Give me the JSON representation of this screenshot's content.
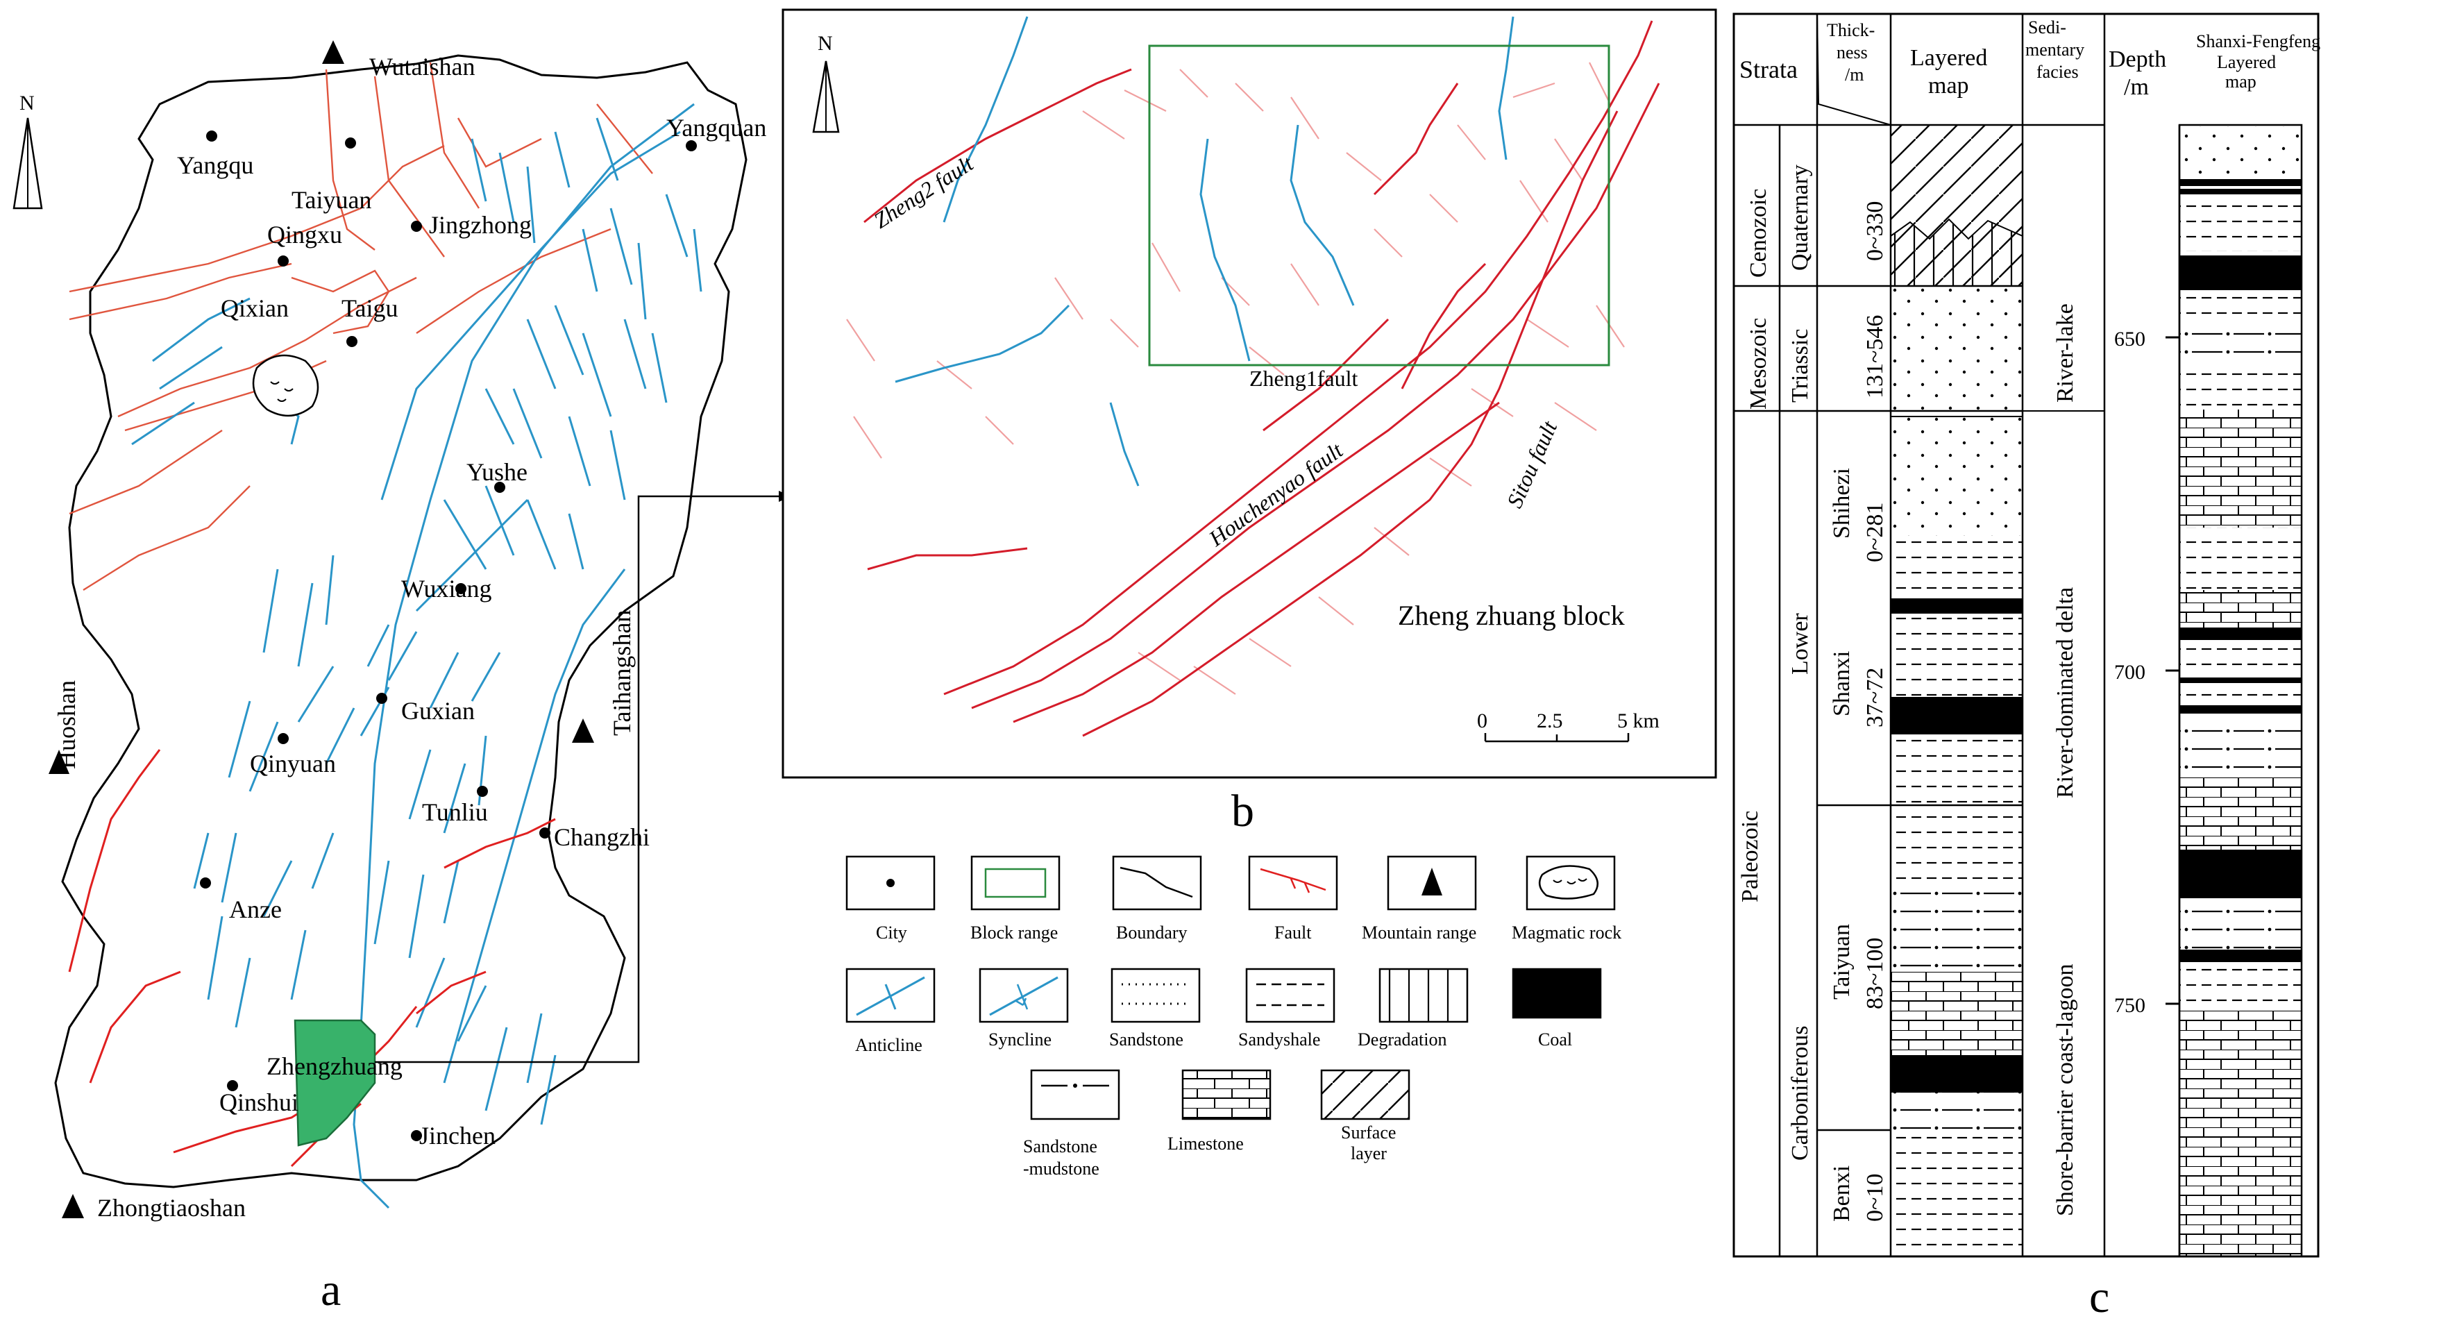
{
  "panel_a": {
    "caption": "a",
    "north": "N",
    "cities": [
      "Yangqu",
      "Taiyuan",
      "Jingzhong",
      "Qingxu",
      "Taigu",
      "Qixian",
      "Yangquan",
      "Yushe",
      "Wuxiang",
      "Guxian",
      "Qinyuan",
      "Tunliu",
      "Changzhi",
      "Anze",
      "Zhengzhuang",
      "Qinshui",
      "Jinchen"
    ],
    "mountains": [
      "Wutaishan",
      "Taihangshan",
      "Huoshan",
      "Zhongtiaoshan"
    ]
  },
  "panel_b": {
    "caption": "b",
    "north": "N",
    "block_title": "Zheng zhuang block",
    "faults": [
      "Zheng2 fault",
      "Zheng1fault",
      "Houchenyao fault",
      "Sitou fault"
    ],
    "scale": [
      "0",
      "2.5",
      "5 km"
    ]
  },
  "legend": {
    "items": [
      "City",
      "Block range",
      "Boundary",
      "Fault",
      "Mountain range",
      "Magmatic rock",
      "Anticline",
      "Syncline",
      "Sandstone",
      "Sandyshale",
      "Degradation",
      "Coal",
      "Sandstone",
      "-mudstone",
      "Limestone",
      "Surface",
      "layer"
    ]
  },
  "panel_c": {
    "caption": "c",
    "headers": {
      "strata": "Strata",
      "thickness": [
        "Thick-",
        "ness",
        "/m"
      ],
      "layered": [
        "Layered",
        "map"
      ],
      "facies": [
        "Sedi-",
        "mentary",
        "facies"
      ],
      "depth": [
        "Depth",
        "/m"
      ],
      "fengfeng": [
        "Shanxi-Fengfeng",
        "Layered",
        "map"
      ]
    },
    "eras": [
      "Cenozoic",
      "Mesozoic",
      "Paleozoic"
    ],
    "periods": [
      "Quaternary",
      "Triassic",
      "Lower",
      "Carboniferous"
    ],
    "formations": [
      "Shihezi",
      "Shanxi",
      "Taiyuan",
      "Benxi"
    ],
    "thicknesses": [
      "0~330",
      "131~546",
      "0~281",
      "37~72",
      "83~100",
      "0~10"
    ],
    "facies": [
      "River-lake",
      "River-dominated delta",
      "Shore-barrier coast-lagoon"
    ],
    "depths": [
      "650",
      "700",
      "750"
    ]
  }
}
